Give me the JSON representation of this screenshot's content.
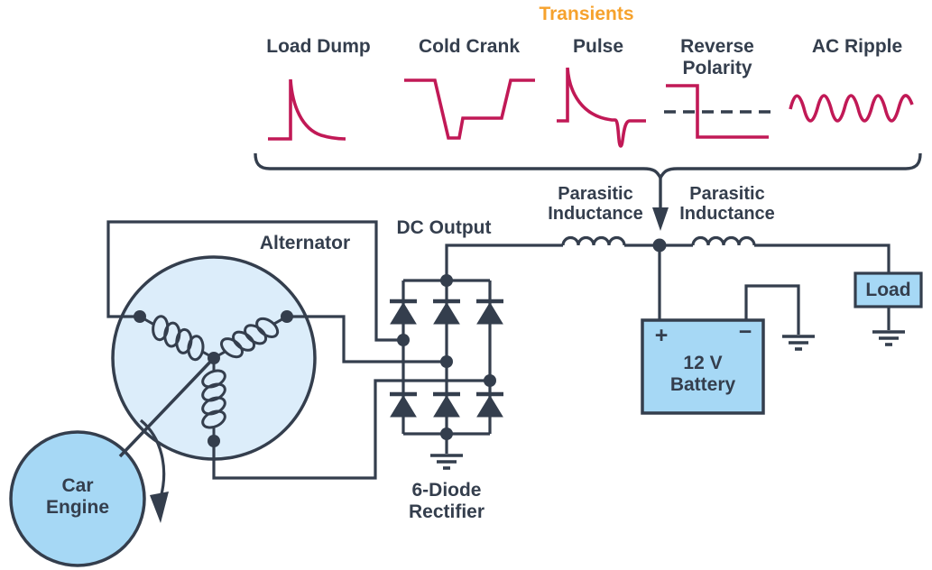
{
  "title": "Transients",
  "transients": {
    "items": [
      {
        "label": "Load Dump"
      },
      {
        "label": "Cold Crank"
      },
      {
        "label": "Pulse"
      },
      {
        "label": "Reverse Polarity"
      },
      {
        "label": "AC Ripple"
      }
    ]
  },
  "circuit": {
    "alternator": "Alternator",
    "car_engine": "Car Engine",
    "dc_output": "DC Output",
    "parasitic_left": "Parasitic Inductance",
    "parasitic_right": "Parasitic Inductance",
    "rectifier": "6-Diode Rectifier",
    "battery": {
      "plus": "+",
      "minus": "−",
      "label": "12 V Battery"
    },
    "load": "Load"
  },
  "colors": {
    "line_navy": "#343E4D",
    "waveform_crimson": "#C11956",
    "title_orange": "#F6A22D",
    "alternator_fill": "#DCEDFA",
    "component_fill": "#A6D8F5"
  }
}
